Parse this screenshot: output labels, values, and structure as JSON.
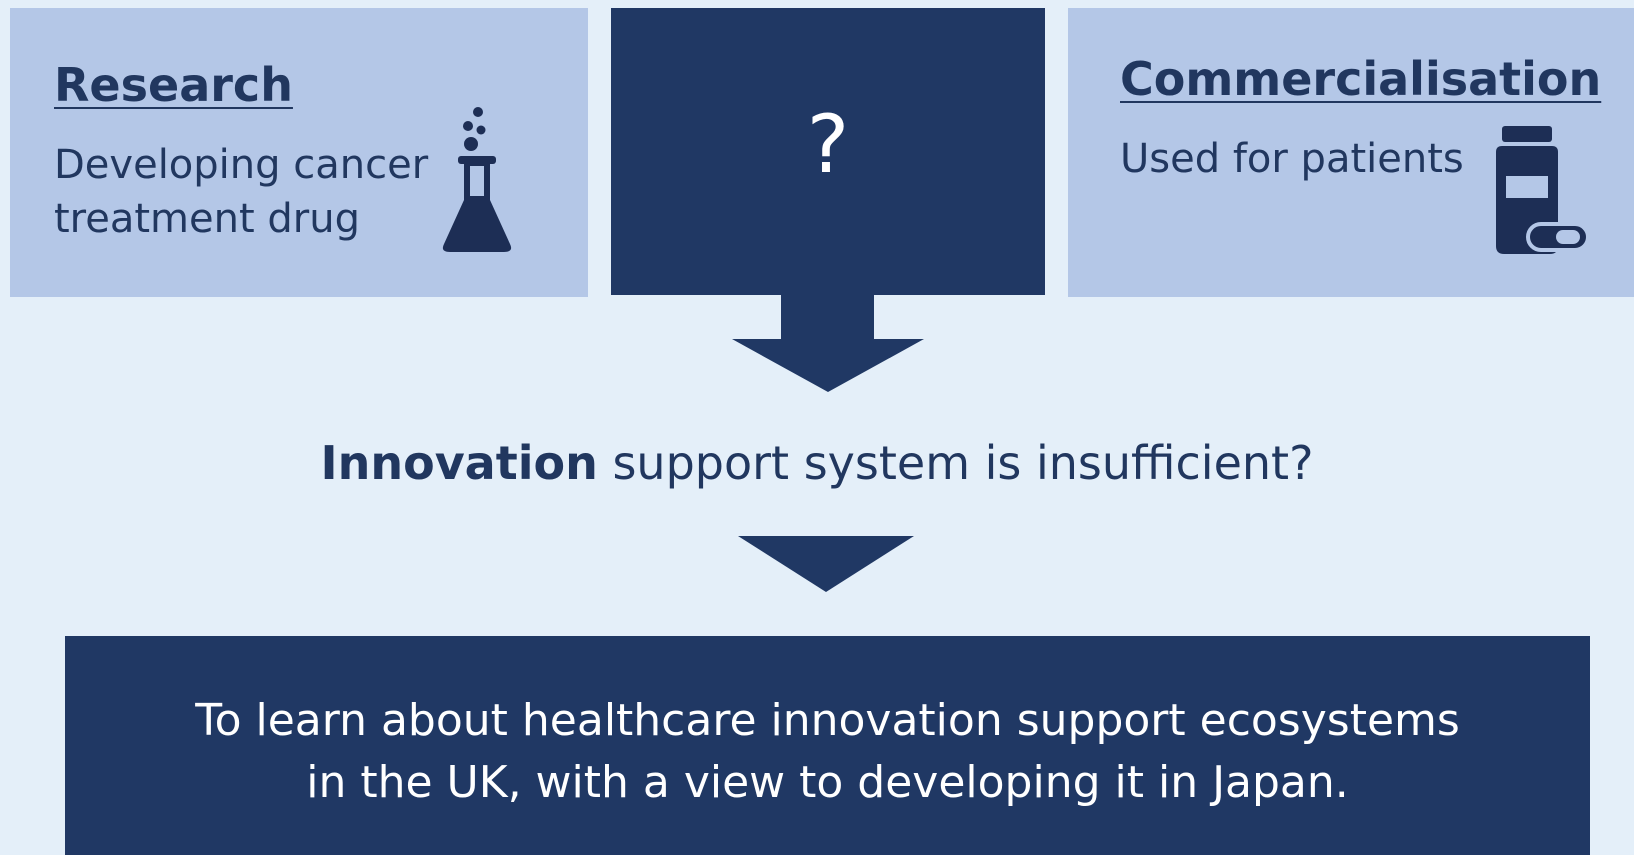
{
  "research": {
    "title": "Research",
    "line1": "Developing cancer",
    "line2": "treatment drug",
    "icon": "flask-icon"
  },
  "middle": {
    "symbol": "?"
  },
  "commercialisation": {
    "title": "Commercialisation",
    "text": "Used for patients",
    "icon": "medicine-bottle-icon"
  },
  "support_statement": {
    "bold": "Innovation",
    "rest": " support system is insufficient?"
  },
  "goal": {
    "line1": "To learn about healthcare innovation support ecosystems",
    "line2": "in the UK, with a view to developing it in Japan."
  },
  "colors": {
    "background": "#e4eff9",
    "light_box": "#b4c7e7",
    "dark_navy": "#203864",
    "text": "#21375f"
  }
}
